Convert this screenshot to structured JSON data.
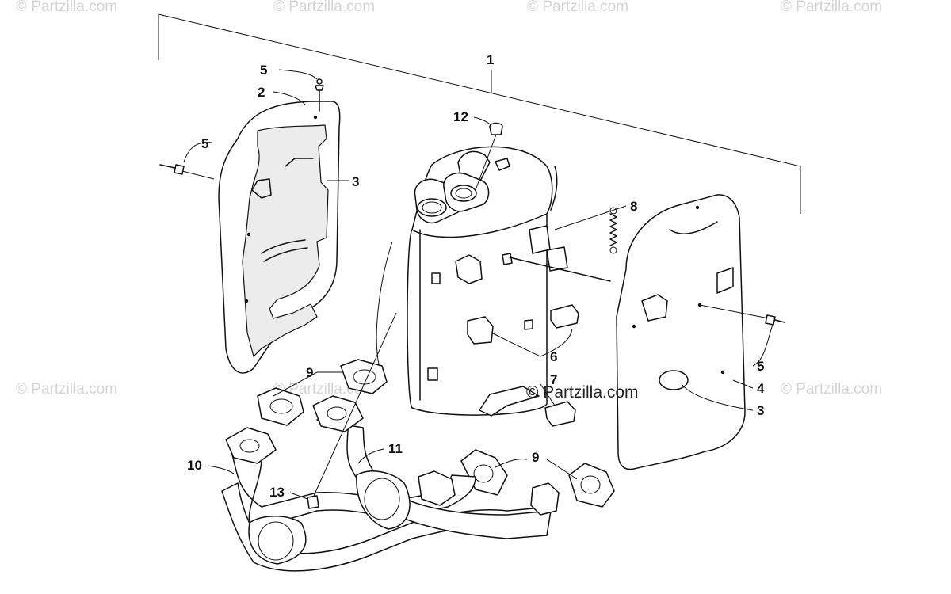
{
  "watermarks": {
    "top_1": "© Partzilla.com",
    "top_2": "© Partzilla.com",
    "top_3": "© Partzilla.com",
    "top_4": "© Partzilla.com",
    "mid_left": "© Partzilla.com",
    "mid_center": "© Partzilla.com",
    "mid_right": "© Partzilla.com",
    "main": "© Partzilla.com"
  },
  "callouts": {
    "c1": "1",
    "c2": "2",
    "c3_left": "3",
    "c3_right": "3",
    "c4": "4",
    "c5_top": "5",
    "c5_left": "5",
    "c5_right": "5",
    "c6": "6",
    "c7": "7",
    "c8": "8",
    "c9_left": "9",
    "c9_right": "9",
    "c10": "10",
    "c11": "11",
    "c12": "12",
    "c13": "13"
  },
  "colors": {
    "line": "#111111",
    "watermark": "#d4d4d4",
    "background": "#ffffff"
  }
}
